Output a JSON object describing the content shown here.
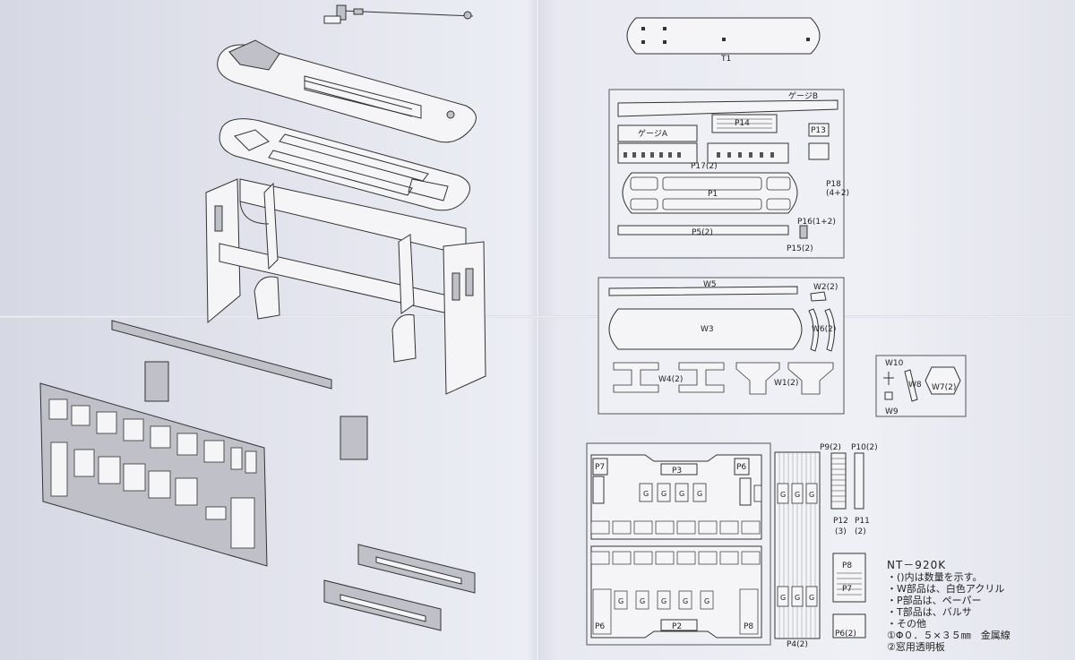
{
  "sheet": {
    "model_code": "NT－920K",
    "notes": [
      "・()内は数量を示す。",
      "・W部品は、白色アクリル",
      "・P部品は、ペーパー",
      "・T部品は、バルサ",
      "・その他",
      "  ①Φ０．５×３５㎜　金属線",
      "  ②窓用透明板"
    ]
  },
  "parts": {
    "T1": "T1",
    "gauge_b": "ゲージB",
    "gauge_a": "ゲージA",
    "P14": "P14",
    "P13": "P13",
    "P17": "P17(2)",
    "P1": "P1",
    "P18": "P18",
    "P18_qty": "(4+2)",
    "P16": "P16(1+2)",
    "P5": "P5(2)",
    "P15": "P15(2)",
    "W5": "W5",
    "W2": "W2(2)",
    "W3": "W3",
    "W6": "W6(2)",
    "W4": "W4(2)",
    "W1": "W1(2)",
    "W10": "W10",
    "W8": "W8",
    "W7": "W7(2)",
    "W9": "W9",
    "P3": "P3",
    "P7_top": "P7",
    "P6_top": "P6",
    "G": "G",
    "P9": "P9(2)",
    "P10": "P10(2)",
    "P12": "P12",
    "P12_qty": "(3)",
    "P11": "P11",
    "P11_qty": "(2)",
    "P8_right": "P8",
    "P7_right": "P7",
    "P6_bottom": "P6",
    "P2": "P2",
    "P8_bottom": "P8",
    "P4": "P4(2)",
    "P6_right": "P6(2)"
  }
}
